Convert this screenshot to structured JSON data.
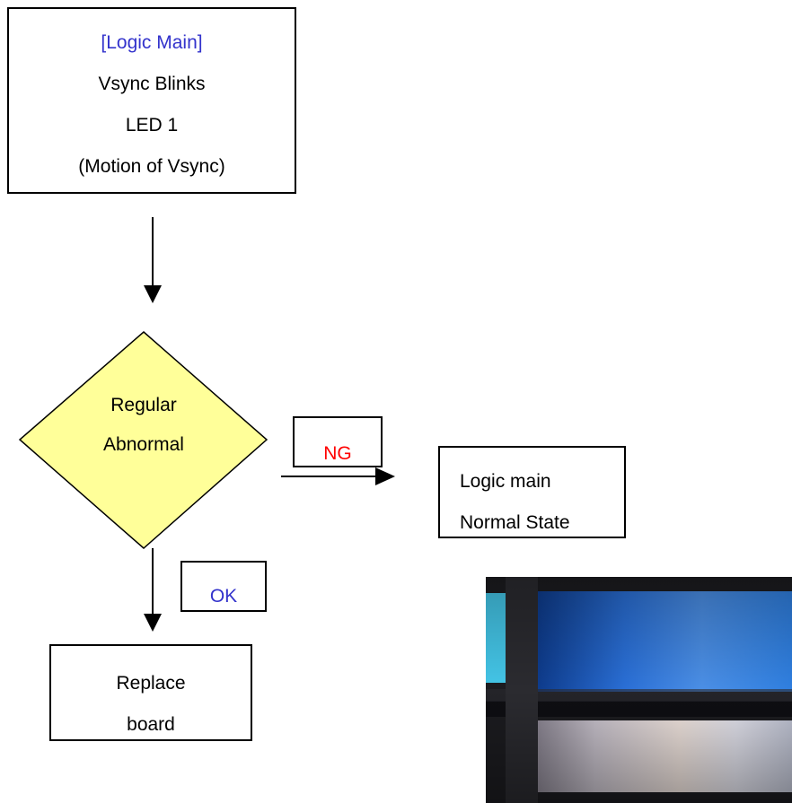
{
  "diagram": {
    "start_box": {
      "title": "[Logic Main]",
      "line1": "Vsync Blinks",
      "line2": "LED 1",
      "line3": "(Motion of Vsync)"
    },
    "decision": {
      "line1": "Regular",
      "line2": "Abnormal"
    },
    "ng_label": "NG",
    "ok_label": "OK",
    "ng_result": {
      "line1": "Logic main",
      "line2": "Normal State"
    },
    "ok_result": {
      "line1": "Replace",
      "line2": "board"
    }
  },
  "colors": {
    "title_blue": "#3333cc",
    "ng_red": "#ff0000",
    "ok_blue": "#3333cc",
    "decision_fill": "#ffff99"
  }
}
